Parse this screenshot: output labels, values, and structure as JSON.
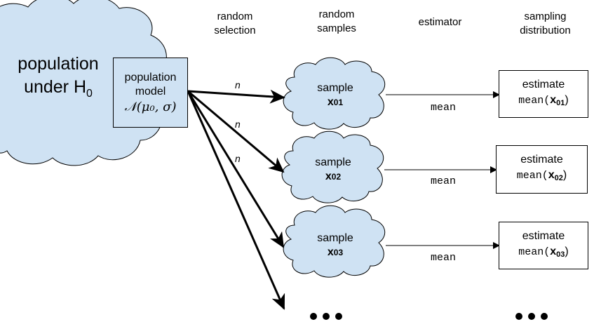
{
  "headers": {
    "random_selection": "random\nselection",
    "random_samples": "random\nsamples",
    "estimator": "estimator",
    "sampling_distribution": "sampling\ndistribution"
  },
  "population": {
    "line1": "population",
    "line2": "under H",
    "subscript": "0"
  },
  "model": {
    "line1": "population",
    "line2": "model",
    "formula": "𝒩(μ₀, σ)"
  },
  "n_label": "n",
  "samples": [
    {
      "label": "sample",
      "var": "x",
      "sub": "01"
    },
    {
      "label": "sample",
      "var": "x",
      "sub": "02"
    },
    {
      "label": "sample",
      "var": "x",
      "sub": "03"
    }
  ],
  "estimator_name": "mean",
  "estimates": [
    {
      "label": "estimate",
      "fn": "mean(",
      "var": "x",
      "sub": "01",
      "close": ")"
    },
    {
      "label": "estimate",
      "fn": "mean(",
      "var": "x",
      "sub": "02",
      "close": ")"
    },
    {
      "label": "estimate",
      "fn": "mean(",
      "var": "x",
      "sub": "03",
      "close": ")"
    }
  ],
  "colors": {
    "cloud_fill": "#cfe2f3",
    "stroke": "#000000"
  },
  "ellipsis_icon": "three-dots-icon"
}
